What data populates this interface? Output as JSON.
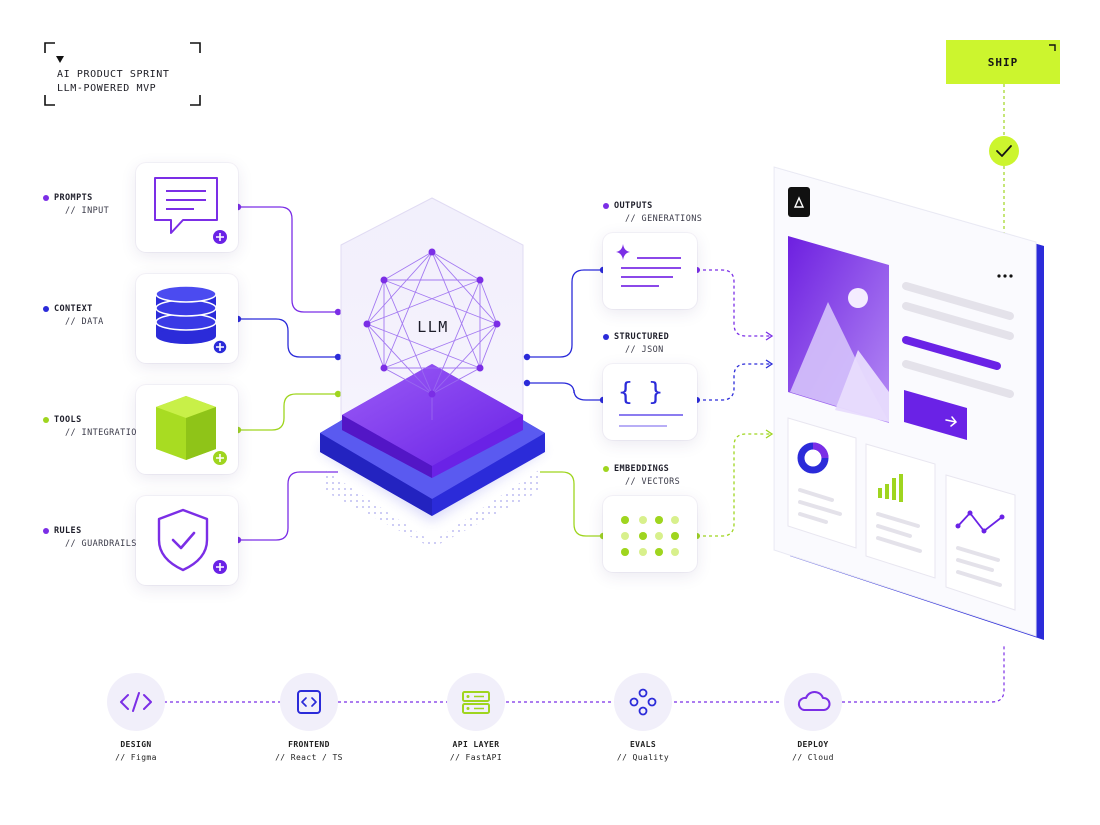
{
  "title": {
    "line1": "AI PRODUCT SPRINT",
    "line2": "LLM-POWERED MVP"
  },
  "ship_label": "SHIP",
  "center_label": "LLM",
  "inputs": [
    {
      "title": "PROMPTS",
      "subtitle": "// INPUT",
      "icon": "chat-bubble-icon"
    },
    {
      "title": "CONTEXT",
      "subtitle": "// DATA",
      "icon": "database-icon"
    },
    {
      "title": "TOOLS",
      "subtitle": "// INTEGRATIONS",
      "icon": "cube-icon"
    },
    {
      "title": "RULES",
      "subtitle": "// GUARDRAILS",
      "icon": "shield-check-icon"
    }
  ],
  "outputs": [
    {
      "title": "OUTPUTS",
      "subtitle": "// GENERATIONS",
      "icon": "sparkle-text-icon"
    },
    {
      "title": "STRUCTURED",
      "subtitle": "// JSON",
      "icon": "braces-icon"
    },
    {
      "title": "EMBEDDINGS",
      "subtitle": "// VECTORS",
      "icon": "dot-grid-icon"
    }
  ],
  "pipeline": [
    {
      "title": "DESIGN",
      "subtitle": "// Figma",
      "icon": "code-tag-icon"
    },
    {
      "title": "FRONTEND",
      "subtitle": "// React / TS",
      "icon": "code-window-icon"
    },
    {
      "title": "API LAYER",
      "subtitle": "// FastAPI",
      "icon": "server-icon"
    },
    {
      "title": "EVALS",
      "subtitle": "// Quality",
      "icon": "nodes-icon"
    },
    {
      "title": "DEPLOY",
      "subtitle": "// Cloud",
      "icon": "cloud-icon"
    }
  ],
  "colors": {
    "purple": "#7b2ee6",
    "blue": "#2b2bd9",
    "lime": "#9fd51f",
    "ship": "#ccf52e"
  }
}
